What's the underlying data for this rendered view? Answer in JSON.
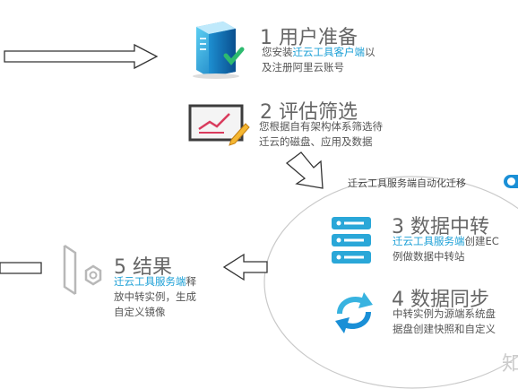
{
  "steps": [
    {
      "num": "1",
      "title": "用户准备",
      "desc": [
        {
          "pre": "您安装",
          "hl": "迁云工具客户端",
          "post": "以"
        },
        {
          "pre": "及注册阿里云账号",
          "hl": "",
          "post": ""
        }
      ]
    },
    {
      "num": "2",
      "title": "评估筛选",
      "desc": [
        {
          "pre": "您根据自有架构体系筛选待",
          "hl": "",
          "post": ""
        },
        {
          "pre": "迁云的磁盘、应用及数据",
          "hl": "",
          "post": ""
        }
      ]
    },
    {
      "num": "3",
      "title": "数据中转",
      "desc": [
        {
          "pre": "",
          "hl": "迁云工具服务端",
          "post": "创建EC"
        },
        {
          "pre": "例做数据中转站",
          "hl": "",
          "post": ""
        }
      ]
    },
    {
      "num": "4",
      "title": "数据同步",
      "desc": [
        {
          "pre": "中转实例为源端系统盘",
          "hl": "",
          "post": ""
        },
        {
          "pre": "据盘创建快照和自定义",
          "hl": "",
          "post": ""
        }
      ]
    },
    {
      "num": "5",
      "title": "结果",
      "desc": [
        {
          "pre": "",
          "hl": "迁云工具服务端",
          "post": "释"
        },
        {
          "pre": "放中转实例，生成",
          "hl": "",
          "post": ""
        },
        {
          "pre": "自定义镜像",
          "hl": "",
          "post": ""
        }
      ]
    }
  ],
  "toggle": {
    "label": "迁云工具服务端自动化迁移"
  },
  "watermark": "知",
  "colors": {
    "accent": "#1a9fd6",
    "arrow_stroke": "#333333",
    "ellipse_stroke": "#c9c9c9"
  }
}
